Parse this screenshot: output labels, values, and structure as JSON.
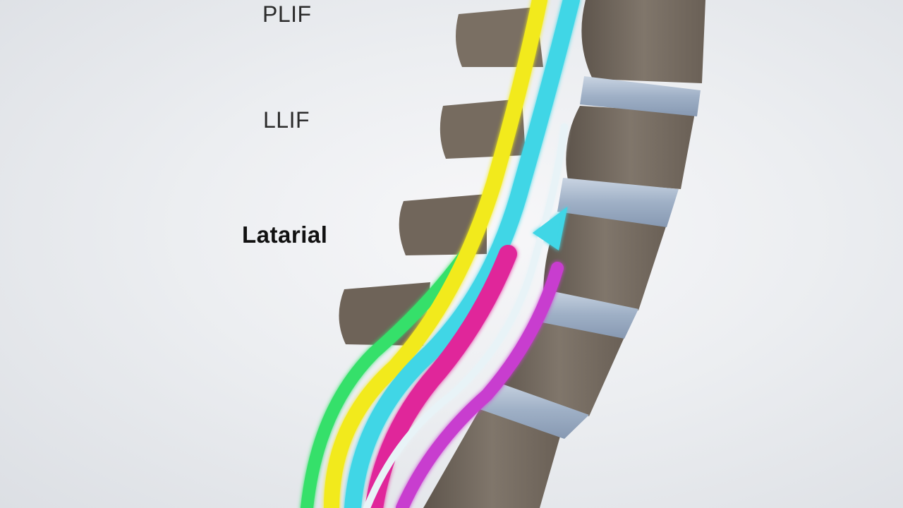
{
  "labels": {
    "plif": "PLIF",
    "llif": "LLIF",
    "lateral": "Latarial"
  },
  "colors": {
    "background": "#e6e8ec",
    "bone": "#7a6f64",
    "disc": "#aebcd0",
    "nerve_yellow": "#f2ea1c",
    "nerve_cyan": "#3fd6e6",
    "nerve_green": "#34e06a",
    "nerve_magenta": "#e0259a",
    "nerve_violet": "#c83ccf",
    "nerve_white": "#e8f3f7"
  }
}
